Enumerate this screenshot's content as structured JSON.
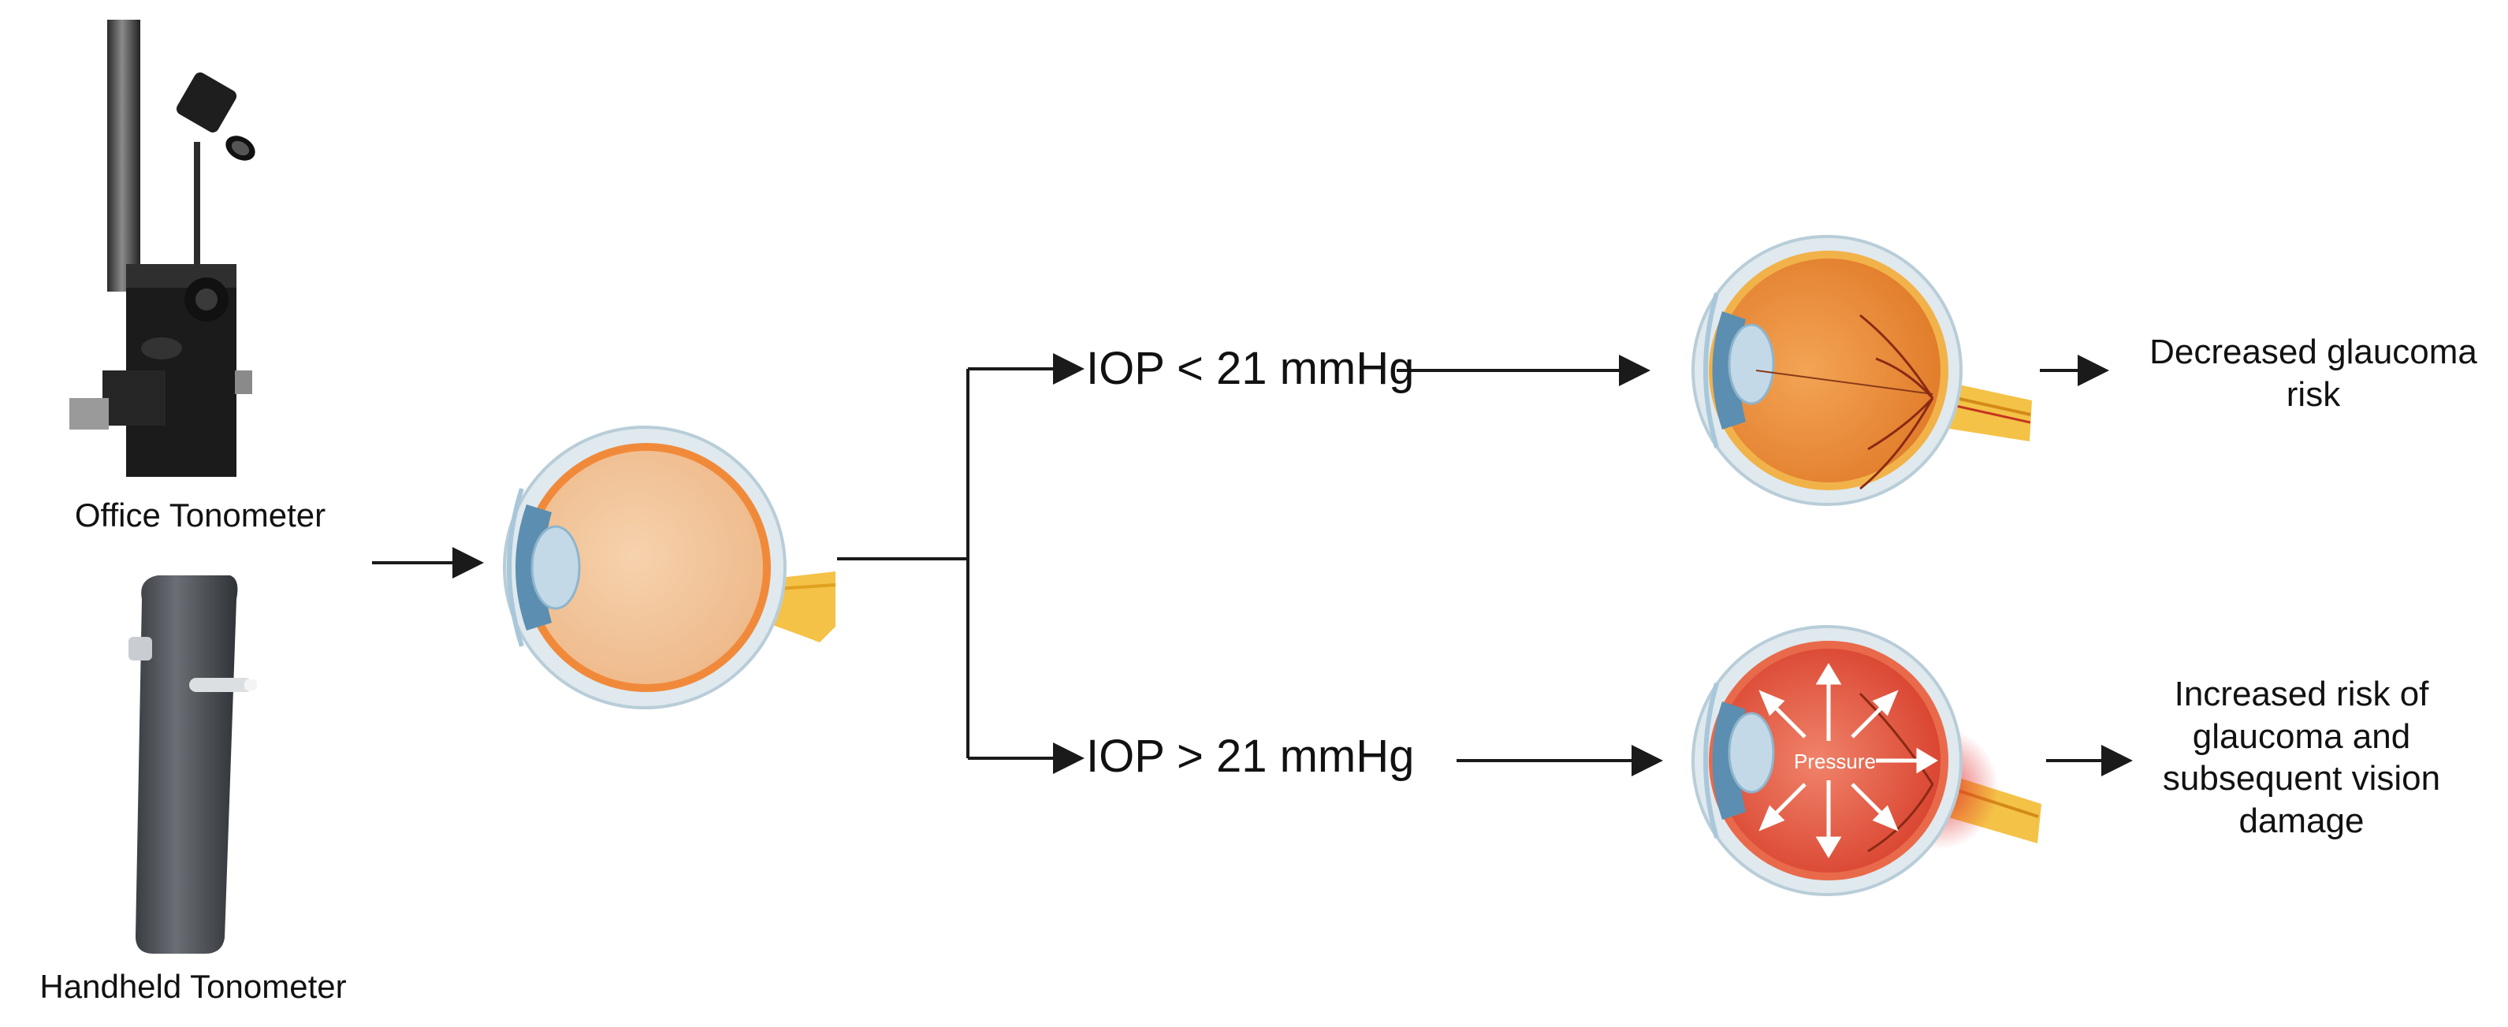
{
  "devices": {
    "office_label": "Office Tonometer",
    "handheld_label": "Handheld Tonometer"
  },
  "branches": {
    "low": {
      "condition": "IOP < 21 mmHg",
      "outcome_line1": "Decreased glaucoma",
      "outcome_line2": "risk"
    },
    "high": {
      "condition": "IOP > 21 mmHg",
      "pressure_label": "Pressure",
      "outcome_line1": "Increased risk of",
      "outcome_line2": "glaucoma and",
      "outcome_line3": "subsequent vision",
      "outcome_line4": "damage"
    }
  },
  "colors": {
    "arrow": "#1a1a1a",
    "eye_sclera": "#dfe9ee",
    "eye_interior_normal": "#f2c39a",
    "eye_interior_low": "#e98a3a",
    "eye_interior_high": "#e2503a",
    "optic_nerve": "#f4c247",
    "cornea_blue": "#8fb5cc"
  }
}
